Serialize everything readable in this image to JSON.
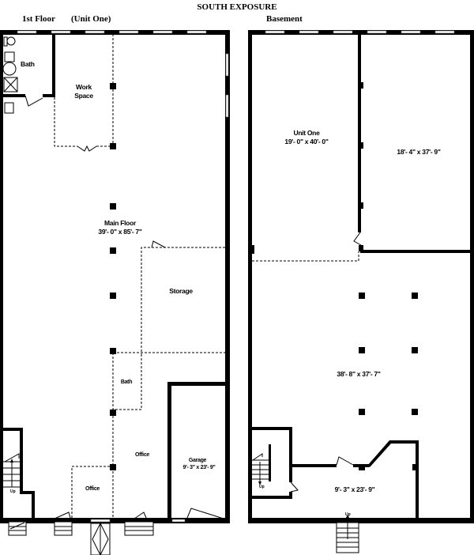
{
  "title": "SOUTH EXPOSURE",
  "first_floor": {
    "label": "1st Floor",
    "unit_label": "(Unit One)",
    "rooms": {
      "bath_top": "Bath",
      "work_space_line1": "Work",
      "work_space_line2": "Space",
      "main_floor_name": "Main Floor",
      "main_floor_dims": "39'- 0\" x 85'- 7\"",
      "storage": "Storage",
      "bath_mid": "Bath",
      "office_right": "Office",
      "office_left": "Office",
      "garage_name": "Garage",
      "garage_dims": "9'- 3\" x 23'- 9\"",
      "stair_up": "Up"
    }
  },
  "basement": {
    "label": "Basement",
    "rooms": {
      "unit_one_name": "Unit One",
      "unit_one_dims": "19'- 0\" x 40'- 0\"",
      "north_right_dims": "18'- 4\" x 37'- 9\"",
      "main_dims": "38'- 8\" x 37'- 7\"",
      "small_room_dims": "9'- 3\" x 23'- 9\"",
      "stair_up_left": "Up",
      "stair_up_bottom": "Up"
    }
  }
}
